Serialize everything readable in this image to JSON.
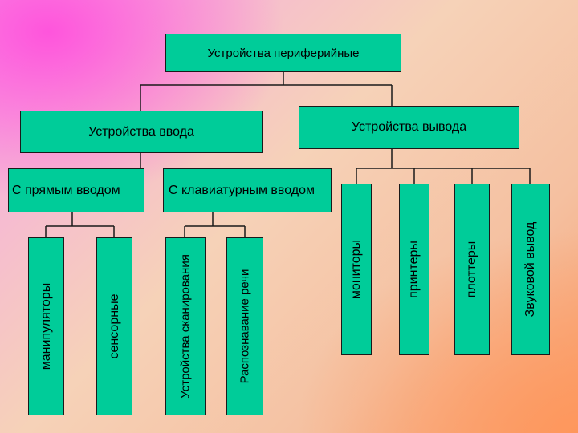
{
  "root": {
    "label": "Устройства периферийные"
  },
  "input": {
    "label": "Устройства ввода",
    "direct": {
      "label": "С прямым вводом"
    },
    "keyboard": {
      "label": "С клавиатурным вводом"
    },
    "items": [
      {
        "label": "манипуляторы"
      },
      {
        "label": "сенсорные"
      },
      {
        "label": "Устройства сканирования"
      },
      {
        "label": "Распознавание речи"
      }
    ]
  },
  "output": {
    "label": "Устройства вывода",
    "items": [
      {
        "label": "мониторы"
      },
      {
        "label": "принтеры"
      },
      {
        "label": "плоттеры"
      },
      {
        "label": "Звуковой вывод"
      }
    ]
  },
  "colors": {
    "box_fill": "#00cc99",
    "border": "#1a1a1a"
  }
}
